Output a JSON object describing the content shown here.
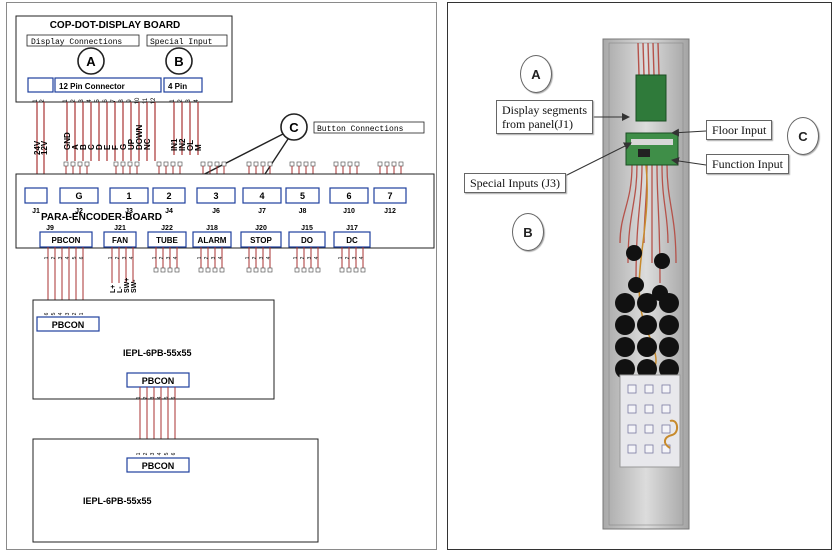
{
  "left": {
    "display_board": {
      "title": "COP-DOT-DISPLAY BOARD",
      "display_connections": "Display Connections",
      "special_input": "Special Input",
      "connector_12": "12 Pin Connector",
      "connector_4": "4 Pin",
      "pins_12": [
        "1",
        "2",
        "3",
        "4",
        "5",
        "6",
        "7",
        "8",
        "9",
        "10",
        "11",
        "12"
      ],
      "pins_4": [
        "1",
        "2",
        "3",
        "4"
      ],
      "pins_j1": [
        "1",
        "2"
      ]
    },
    "callouts": {
      "a": "A",
      "b": "B",
      "c": "C",
      "button_connections": "Button Connections"
    },
    "signal_labels": {
      "j1": [
        "24V",
        "12V"
      ],
      "display": [
        "GND",
        "A",
        "B",
        "C",
        "D",
        "E",
        "F",
        "G",
        "UP",
        "DOWN",
        "NC"
      ],
      "special": [
        "IN1",
        "IN2",
        "OL",
        "M"
      ]
    },
    "encoder": {
      "title": "PARA-ENCODER-BOARD",
      "top_boxes": [
        "",
        "G",
        "1",
        "2",
        "3",
        "4",
        "5",
        "6",
        "7"
      ],
      "top_labels": [
        "J1",
        "J2",
        "J3",
        "J4",
        "J6",
        "J7",
        "J8",
        "J10",
        "J12"
      ],
      "bottom_boxes": [
        "PBCON",
        "FAN",
        "TUBE",
        "ALARM",
        "STOP",
        "DO",
        "DC"
      ],
      "bottom_labels": [
        "J9",
        "J21",
        "J22",
        "J18",
        "J20",
        "J15",
        "J17"
      ],
      "fan_signals": [
        "L+",
        "L-",
        "SW+",
        "SW-"
      ],
      "pins_1_4": [
        "1",
        "2",
        "3",
        "4"
      ],
      "pins_1_6": [
        "1",
        "2",
        "3",
        "4",
        "5",
        "6"
      ],
      "pins_6_1": [
        "6",
        "5",
        "4",
        "3",
        "2",
        "1"
      ]
    },
    "pb_board_1": {
      "connector_top": "PBCON",
      "name": "IEPL-6PB-55x55",
      "connector_bottom": "PBCON"
    },
    "pb_board_2": {
      "connector": "PBCON",
      "name": "IEPL-6PB-55x55"
    }
  },
  "right": {
    "callouts": {
      "a": "A",
      "b": "B",
      "c": "C",
      "display_segments_1": "Display segments",
      "display_segments_2": "from panel(J1)",
      "floor_input": "Floor Input",
      "function_input": "Function Input",
      "special_inputs": "Special Inputs (J3)"
    }
  },
  "colors": {
    "wire": "#a83232",
    "pcb": "#2f7a3a",
    "panel": "#c9c9c9",
    "button": "#111111"
  }
}
